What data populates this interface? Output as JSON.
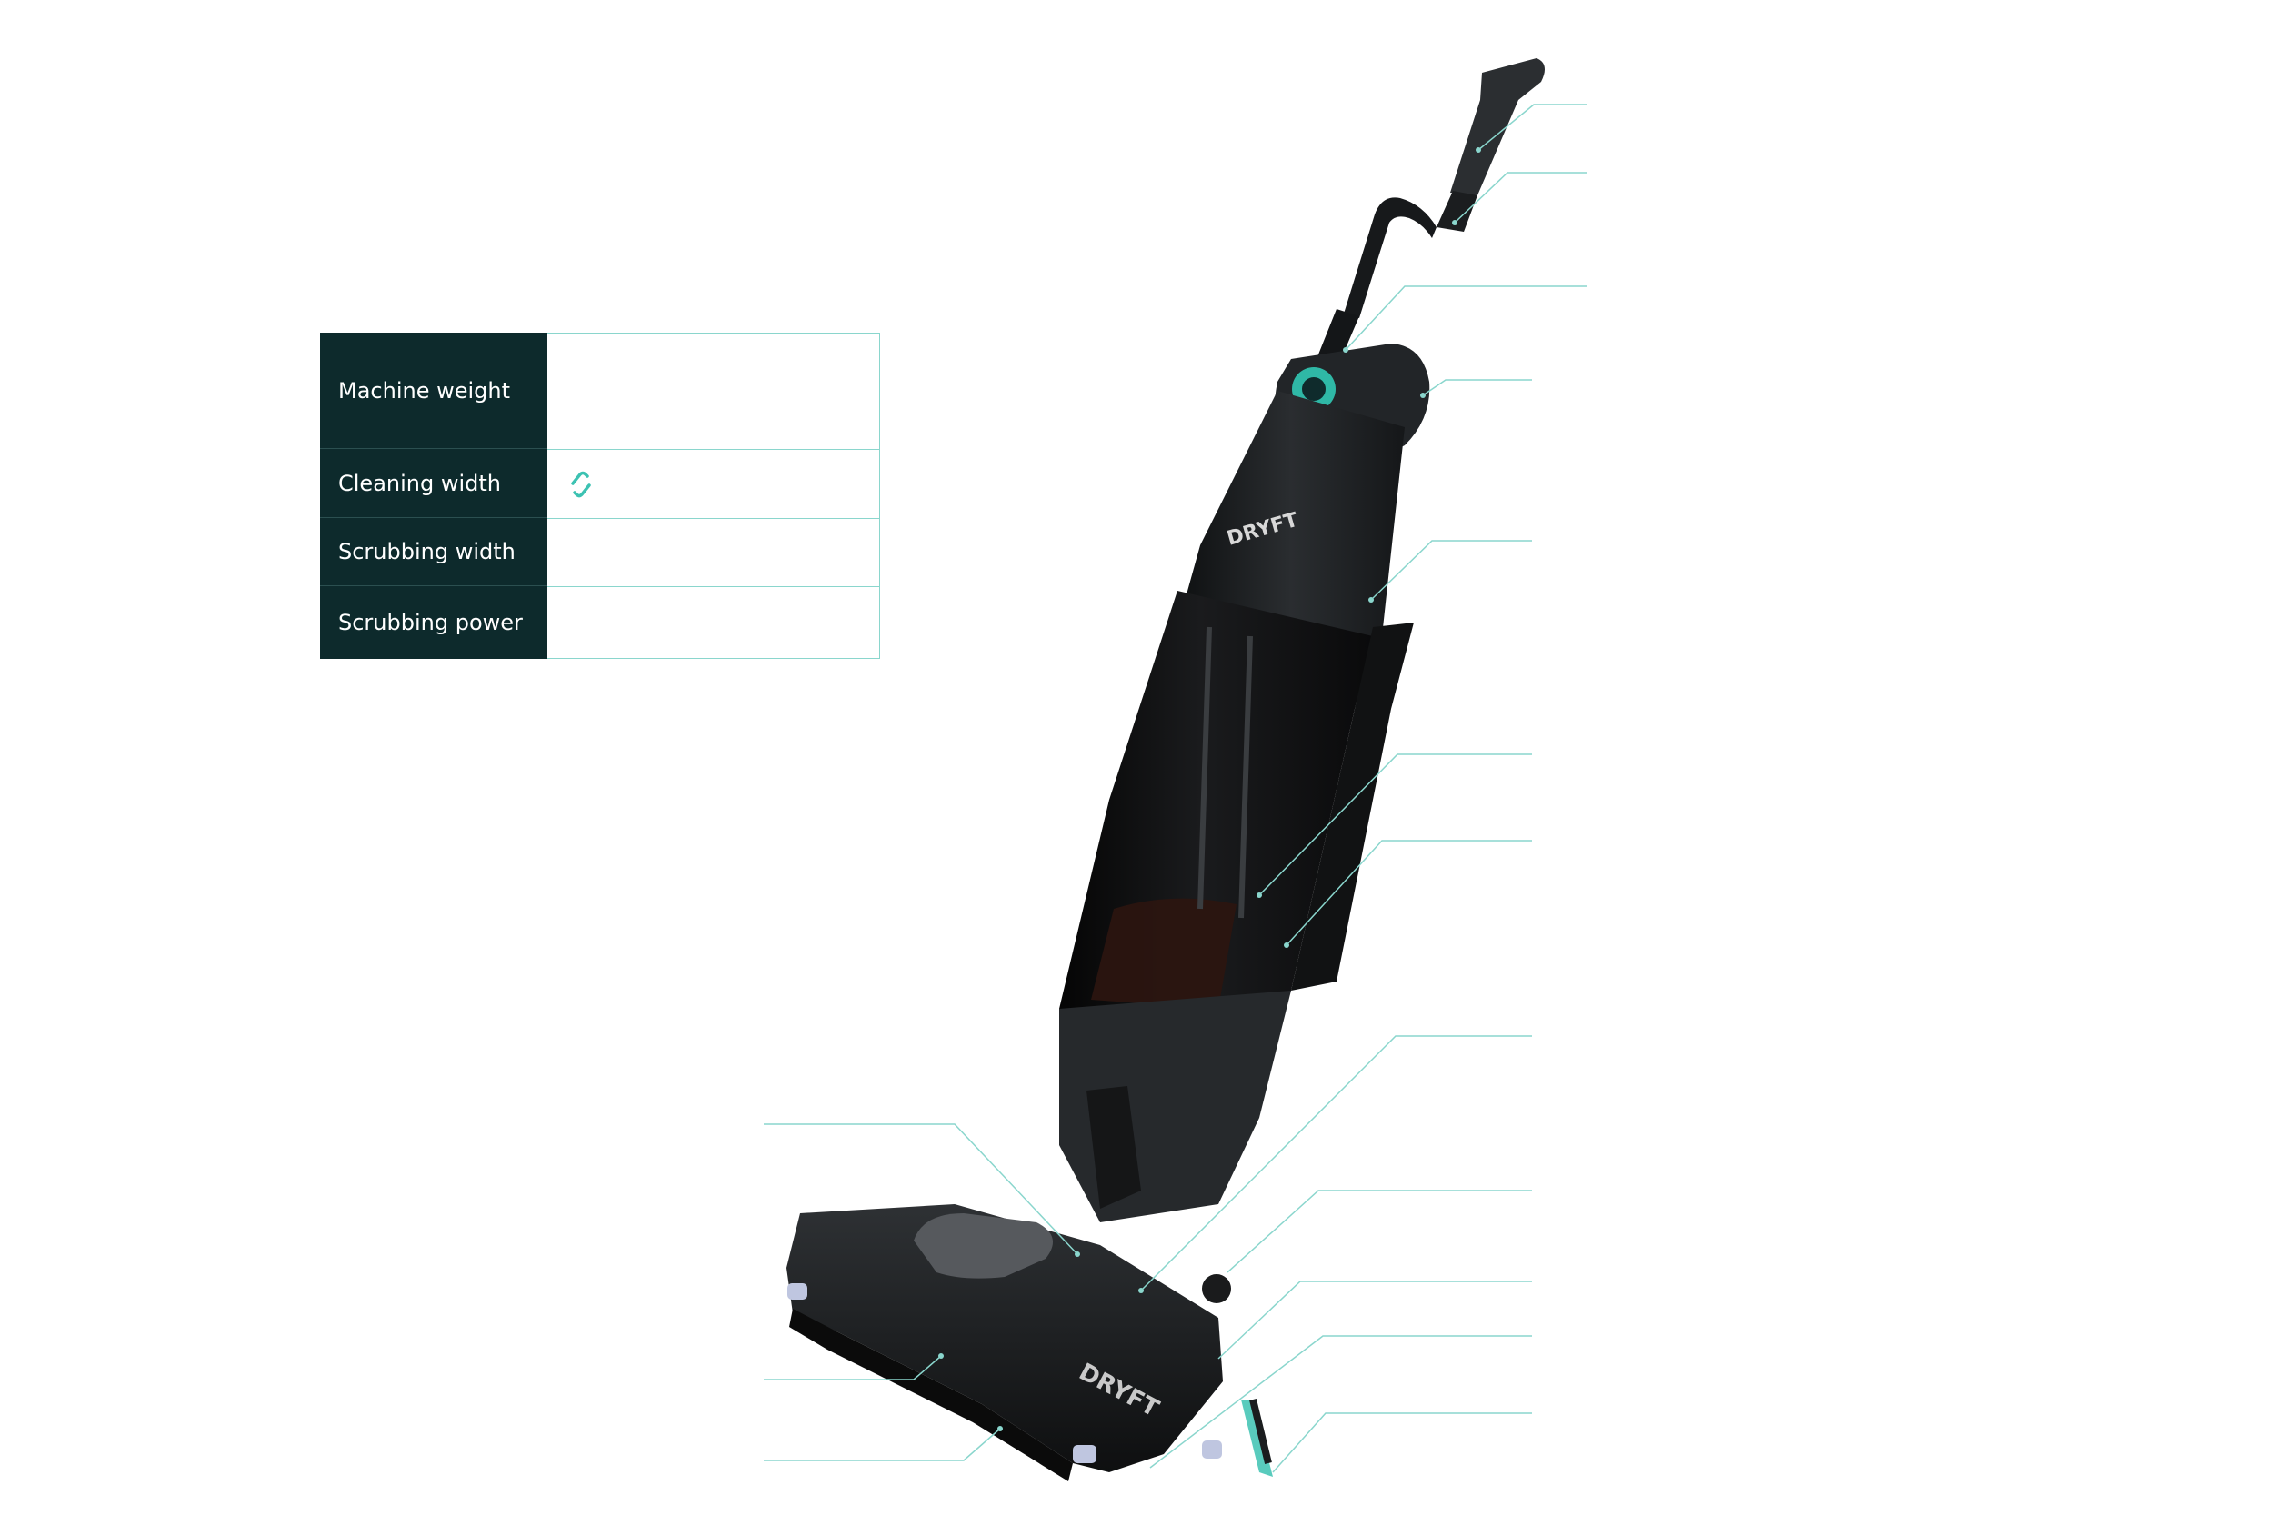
{
  "spec_table": {
    "rows": [
      {
        "label": "Machine weight",
        "value": ""
      },
      {
        "label": "Cleaning width",
        "value": ""
      },
      {
        "label": "Scrubbing width",
        "value": ""
      },
      {
        "label": "Scrubbing power",
        "value": ""
      }
    ],
    "value_icon": "brand-s-icon"
  },
  "product": {
    "brand_mark": "DRYFT",
    "foot_brand_mark": "DRYFT"
  },
  "colors": {
    "accent": "#3cc2b2",
    "table_label_bg": "#0d2a2c",
    "callout_line": "#8ad6cd",
    "body": "#1c1f21"
  }
}
